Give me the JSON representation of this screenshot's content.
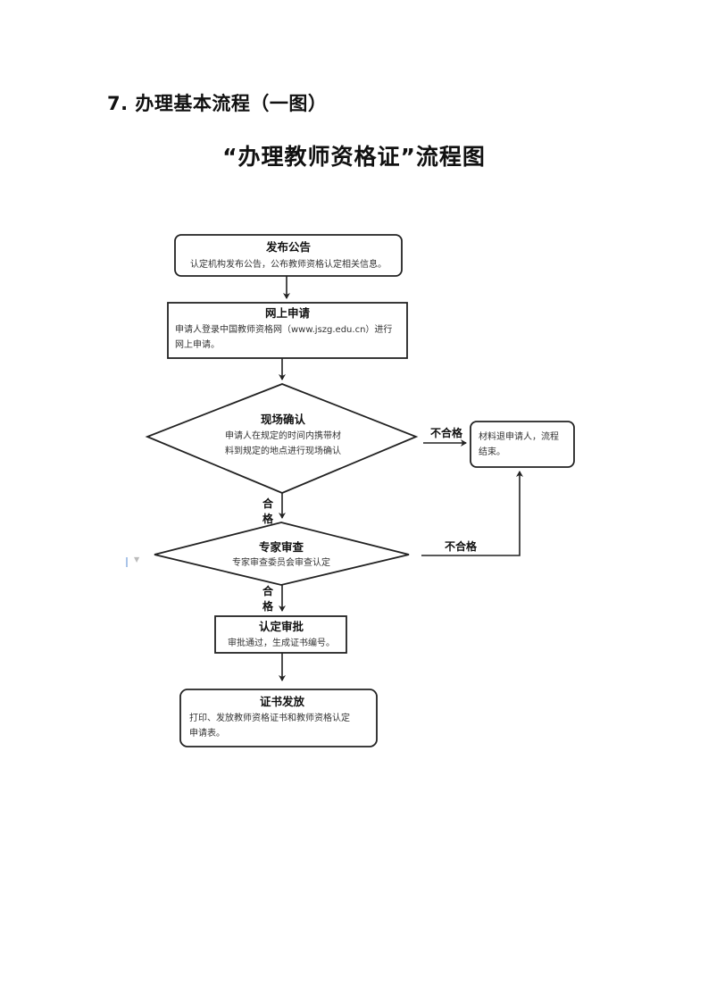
{
  "section_heading": "7. 办理基本流程（一图）",
  "chart_title": "“办理教师资格证”流程图",
  "nodes": {
    "publish": {
      "title": "发布公告",
      "desc": [
        "认定机构发布公告，公布教师资格认定相关信息。"
      ]
    },
    "online": {
      "title": "网上申请",
      "desc": [
        "申请人登录中国教师资格网（www.jszg.edu.cn）进行",
        "网上申请。"
      ]
    },
    "onsite": {
      "title": "现场确认",
      "desc": [
        "申请人在规定的时间内携带材",
        "料到规定的地点进行现场确认"
      ]
    },
    "return": {
      "title": "",
      "desc": [
        "材料退申请人，流程",
        "结束。"
      ]
    },
    "expert": {
      "title": "专家审查",
      "desc": [
        "专家审查委员会审查认定"
      ]
    },
    "approve": {
      "title": "认定审批",
      "desc": [
        "审批通过，生成证书编号。"
      ]
    },
    "issue": {
      "title": "证书发放",
      "desc": [
        "打印、发放教师资格证书和教师资格认定",
        "申请表。"
      ]
    }
  },
  "edge_labels": {
    "onsite_fail": "不合格",
    "onsite_pass": [
      "合",
      "格"
    ],
    "expert_fail": "不合格",
    "expert_pass": [
      "合",
      "格"
    ]
  }
}
